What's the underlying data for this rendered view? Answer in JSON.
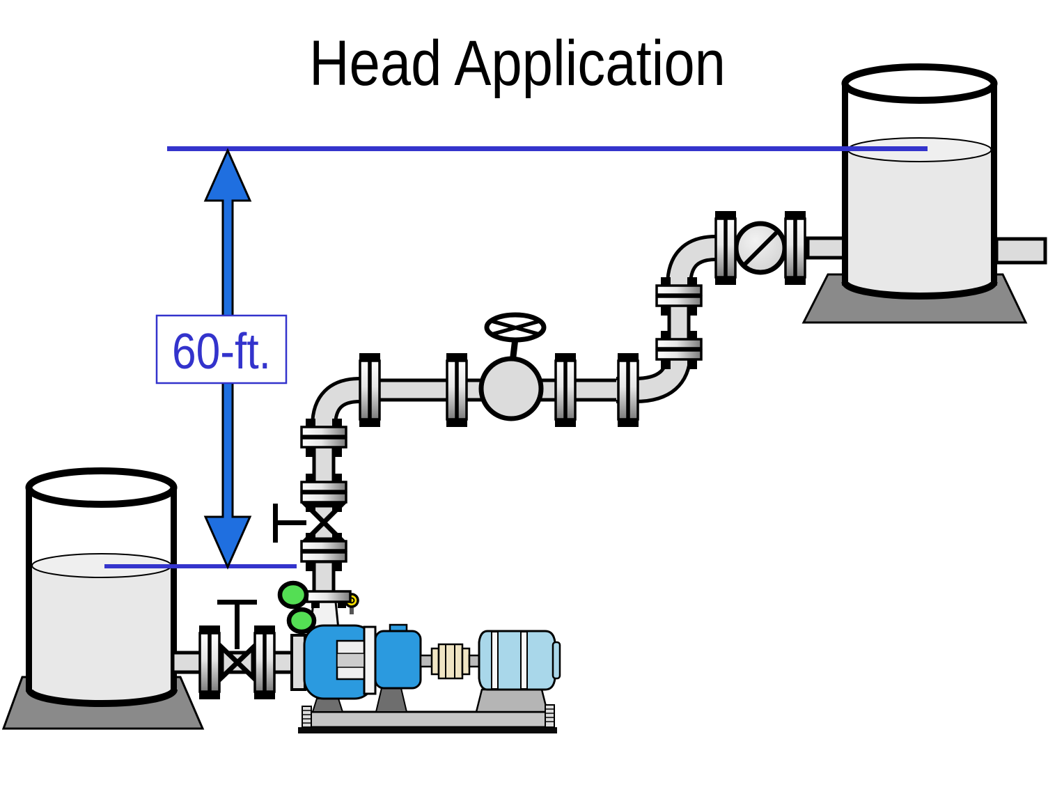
{
  "title": "Head Application",
  "annotation": {
    "head_label": "60-ft."
  },
  "components": {
    "upper_tank": "discharge-tank",
    "lower_tank": "supply-tank",
    "pump": "centrifugal-pump",
    "motor": "electric-motor",
    "coupling": "shaft-coupling",
    "suction_valve": "gate-valve",
    "discharge_valve": "gate-valve",
    "globe_valve": "globe-valve-with-handwheel",
    "check_valve": "check-valve",
    "indicator_lights": "green-status-lights",
    "head_arrow": "double-headed-vertical-arrow"
  },
  "colors": {
    "background": "#FFFFFF",
    "level_line_blue": "#3434CC",
    "arrow_blue": "#1F6FE0",
    "label_blue": "#3333CC",
    "pipe_gray": "#DCDCDC",
    "flange_dark": "#8C8C8C",
    "tank_liquid": "#E8E8E8",
    "base_gray": "#8A8A8A",
    "pump_blue": "#2B9ADF",
    "motor_blue": "#A9D7EA",
    "coupling_cream": "#F0E5C3",
    "indicator_green": "#54DE54",
    "gauge_yellow": "#F7DE00",
    "outline_black": "#000000"
  }
}
